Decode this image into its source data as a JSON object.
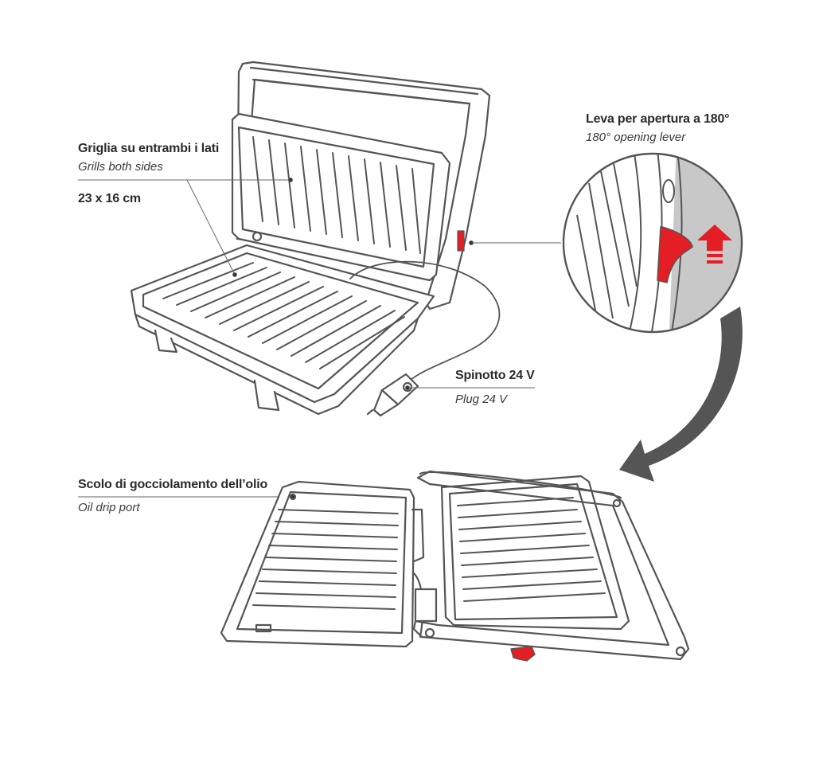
{
  "colors": {
    "line": "#555555",
    "accent": "#e31e24",
    "arrow": "#555555",
    "panel": "#c8c8c8"
  },
  "labels": {
    "grills": {
      "title": "Griglia su entrambi i lati",
      "subtitle": "Grills both sides",
      "size": "23 x 16 cm"
    },
    "lever": {
      "title": "Leva per apertura a 180°",
      "subtitle": "180° opening lever"
    },
    "plug": {
      "title": "Spinotto 24 V",
      "subtitle": "Plug 24 V"
    },
    "drip": {
      "title": "Scolo di gocciolamento dell’olio",
      "subtitle": "Oil drip port"
    }
  },
  "icons": {
    "lever_indicator": "up-arrow-icon",
    "transition": "curved-arrow-icon"
  }
}
